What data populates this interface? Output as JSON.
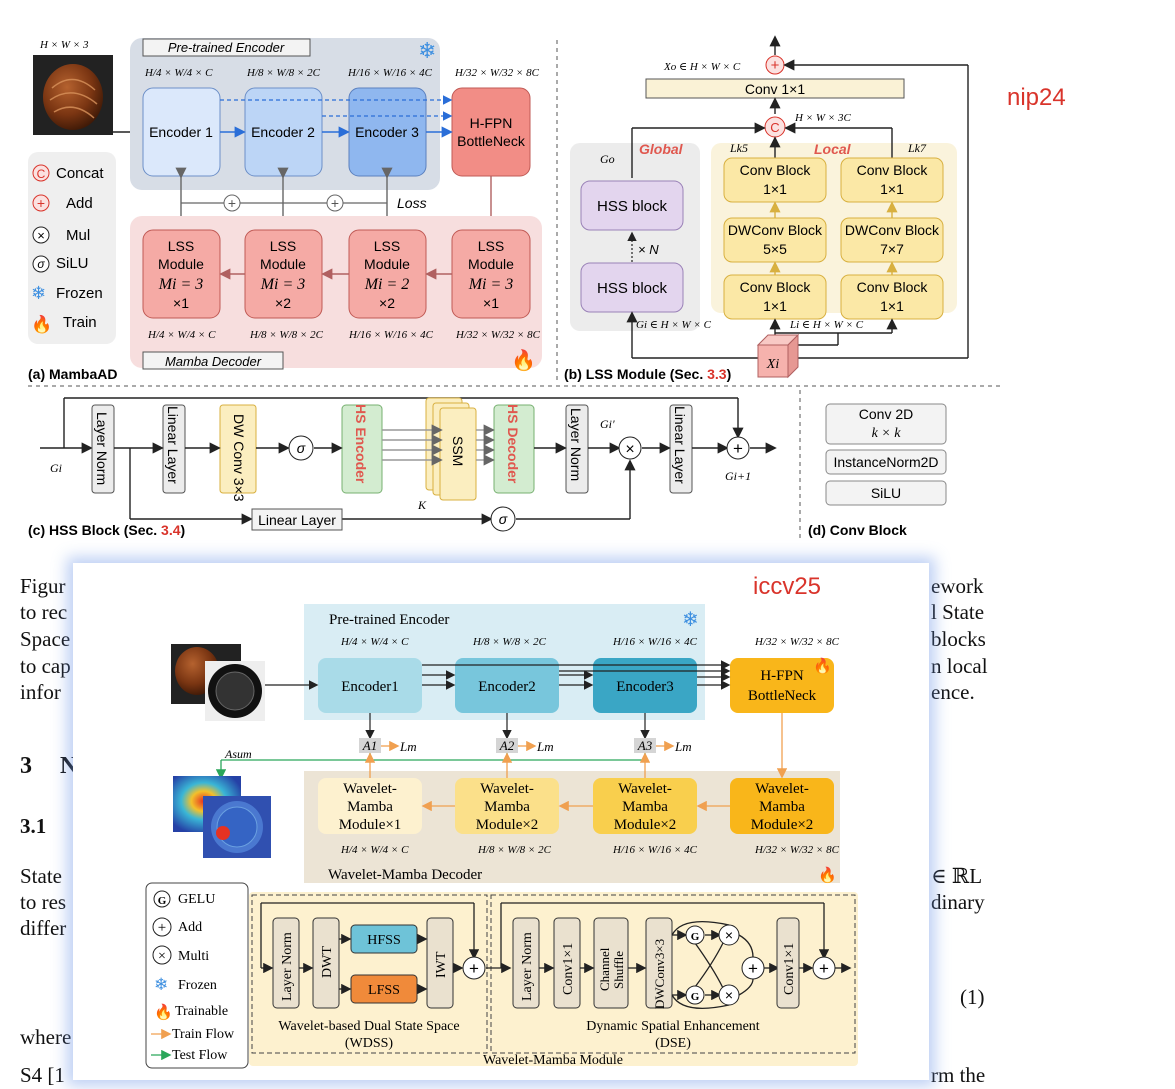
{
  "annotations": {
    "top_tag": "nip24",
    "bottom_tag": "iccv25"
  },
  "nip24": {
    "panel_a": {
      "caption": "(a) MambaAD",
      "input_dim": "H × W × 3",
      "encoder_title": "Pre-trained Encoder",
      "decoder_title": "Mamba Decoder",
      "encoders": [
        "Encoder 1",
        "Encoder 2",
        "Encoder 3"
      ],
      "bottleneck": [
        "H-FPN",
        "BottleNeck"
      ],
      "enc_dims": [
        "H/4 × W/4 × C",
        "H/8 × W/8 × 2C",
        "H/16 × W/16 × 4C",
        "H/32 × W/32 × 8C"
      ],
      "dec_dims": [
        "H/4 × W/4 × C",
        "H/8 × W/8 × 2C",
        "H/16 × W/16 × 4C",
        "H/32 × W/32 × 8C"
      ],
      "loss_label": "Loss",
      "lss_title": "LSS",
      "lss_sub": "Module",
      "lss_params": [
        "Mi = 3",
        "Mi = 3",
        "Mi = 2",
        "Mi = 3"
      ],
      "lss_mult": [
        "×1",
        "×2",
        "×2",
        "×1"
      ],
      "legend": [
        {
          "sym": "C",
          "label": "Concat"
        },
        {
          "sym": "+",
          "label": "Add"
        },
        {
          "sym": "⊗",
          "label": "Mul"
        },
        {
          "sym": "σ",
          "label": "SiLU"
        },
        {
          "sym": "❄",
          "label": "Frozen"
        },
        {
          "sym": "🔥",
          "label": "Train"
        }
      ]
    },
    "panel_b": {
      "caption": "(b) LSS Module (Sec. ",
      "caption_ref": "3.3",
      "caption_end": ")",
      "xo_label": "Xo ∈ H × W × C",
      "conv11_top": "Conv 1×1",
      "hw3c": "H × W × 3C",
      "global_label": "Global",
      "local_label": "Local",
      "go": "Go",
      "lk5": "Lk5",
      "lk7": "Lk7",
      "hss_top": "HSS block",
      "hss_bottom": "HSS block",
      "times_n": "× N",
      "conv_block": "Conv Block",
      "k1": "1×1",
      "dw_block": "DWConv Block",
      "k5": "5×5",
      "k7": "7×7",
      "gi_label": "Gi ∈ H × W × C",
      "li_label": "Li ∈ H × W × C",
      "xi_label": "Xi"
    },
    "panel_c": {
      "caption": "(c) HSS Block (Sec. ",
      "caption_ref": "3.4",
      "caption_end": ")",
      "gi": "Gi",
      "gi_prime": "Gi'",
      "gi_next": "Gi+1",
      "layer_norm": "Layer Norm",
      "linear_layer": "Linear Layer",
      "dw_conv": "DW Conv 3×3",
      "sigma": "σ",
      "hs_encoder": "HS Encoder",
      "ssm": "SSM",
      "k": "K",
      "hs_decoder": "HS Decoder",
      "layer_norm2": "Layer Norm",
      "linear_layer2": "Linear Layer",
      "bottom_linear": "Linear Layer"
    },
    "panel_d": {
      "caption": "(d) Conv Block",
      "rows": [
        "Conv 2D",
        "k × k",
        "InstanceNorm2D",
        "SiLU"
      ]
    }
  },
  "paper_text": {
    "lines": [
      {
        "left": "Figur",
        "right": "ework"
      },
      {
        "left": "to rec",
        "right": "l State"
      },
      {
        "left": "Space",
        "right": "blocks"
      },
      {
        "left": "to cap",
        "right": "n local"
      },
      {
        "left": "infor",
        "right": "ence."
      }
    ],
    "section_num": "3",
    "section_char": "N",
    "subsection": "3.1",
    "state_lines": [
      {
        "left": "State",
        "right": "∈ ℝL"
      },
      {
        "left": "to res",
        "right": "dinary"
      },
      {
        "left": "differ",
        "right": ""
      }
    ],
    "eq_num": "(1)",
    "where": "where",
    "s4": "S4 [1",
    "bottom_right": "rm the"
  },
  "iccv25": {
    "encoder_title": "Pre-trained Encoder",
    "encoders": [
      "Encoder1",
      "Encoder2",
      "Encoder3"
    ],
    "bottleneck": [
      "H-FPN",
      "BottleNeck"
    ],
    "enc_dims": [
      "H/4 × W/4 × C",
      "H/8 × W/8 × 2C",
      "H/16 × W/16 × 4C",
      "H/32 × W/32 × 8C"
    ],
    "a_labels": [
      "A1",
      "A2",
      "A3"
    ],
    "lm": "Lm",
    "asum": "Asum",
    "wm_line1": "Wavelet-",
    "wm_line2": "Mamba",
    "wm_mods": [
      "Module×1",
      "Module×2",
      "Module×2",
      "Module×2"
    ],
    "dec_dims": [
      "H/4 × W/4 × C",
      "H/8 × W/8 × 2C",
      "H/16 × W/16 × 4C",
      "H/32 × W/32 × 8C"
    ],
    "decoder_title": "Wavelet-Mamba Decoder",
    "legend": [
      {
        "sym": "G",
        "label": "GELU"
      },
      {
        "sym": "+",
        "label": "Add"
      },
      {
        "sym": "⊗",
        "label": "Multi"
      },
      {
        "sym": "❄",
        "label": "Frozen"
      },
      {
        "sym": "🔥",
        "label": "Trainable"
      },
      {
        "sym": "→",
        "label": "Train Flow"
      },
      {
        "sym": "→",
        "label": "Test Flow"
      }
    ],
    "module": {
      "layer_norm": "Layer Norm",
      "dwt": "DWT",
      "hfss": "HFSS",
      "lfss": "LFSS",
      "iwt": "IWT",
      "wdss_line1": "Wavelet-based Dual State Space",
      "wdss_line2": "(WDSS)",
      "layer_norm2": "Layer Norm",
      "conv1": "Conv1×1",
      "channel": "Channel",
      "shuffle": "Shuffle",
      "dwconv": "DWConv3×3",
      "g": "G",
      "conv1b": "Conv1×1",
      "dse": "Dynamic Spatial Enhancement",
      "dse_abbr": "(DSE)",
      "module_title": "Wavelet-Mamba Module"
    }
  }
}
